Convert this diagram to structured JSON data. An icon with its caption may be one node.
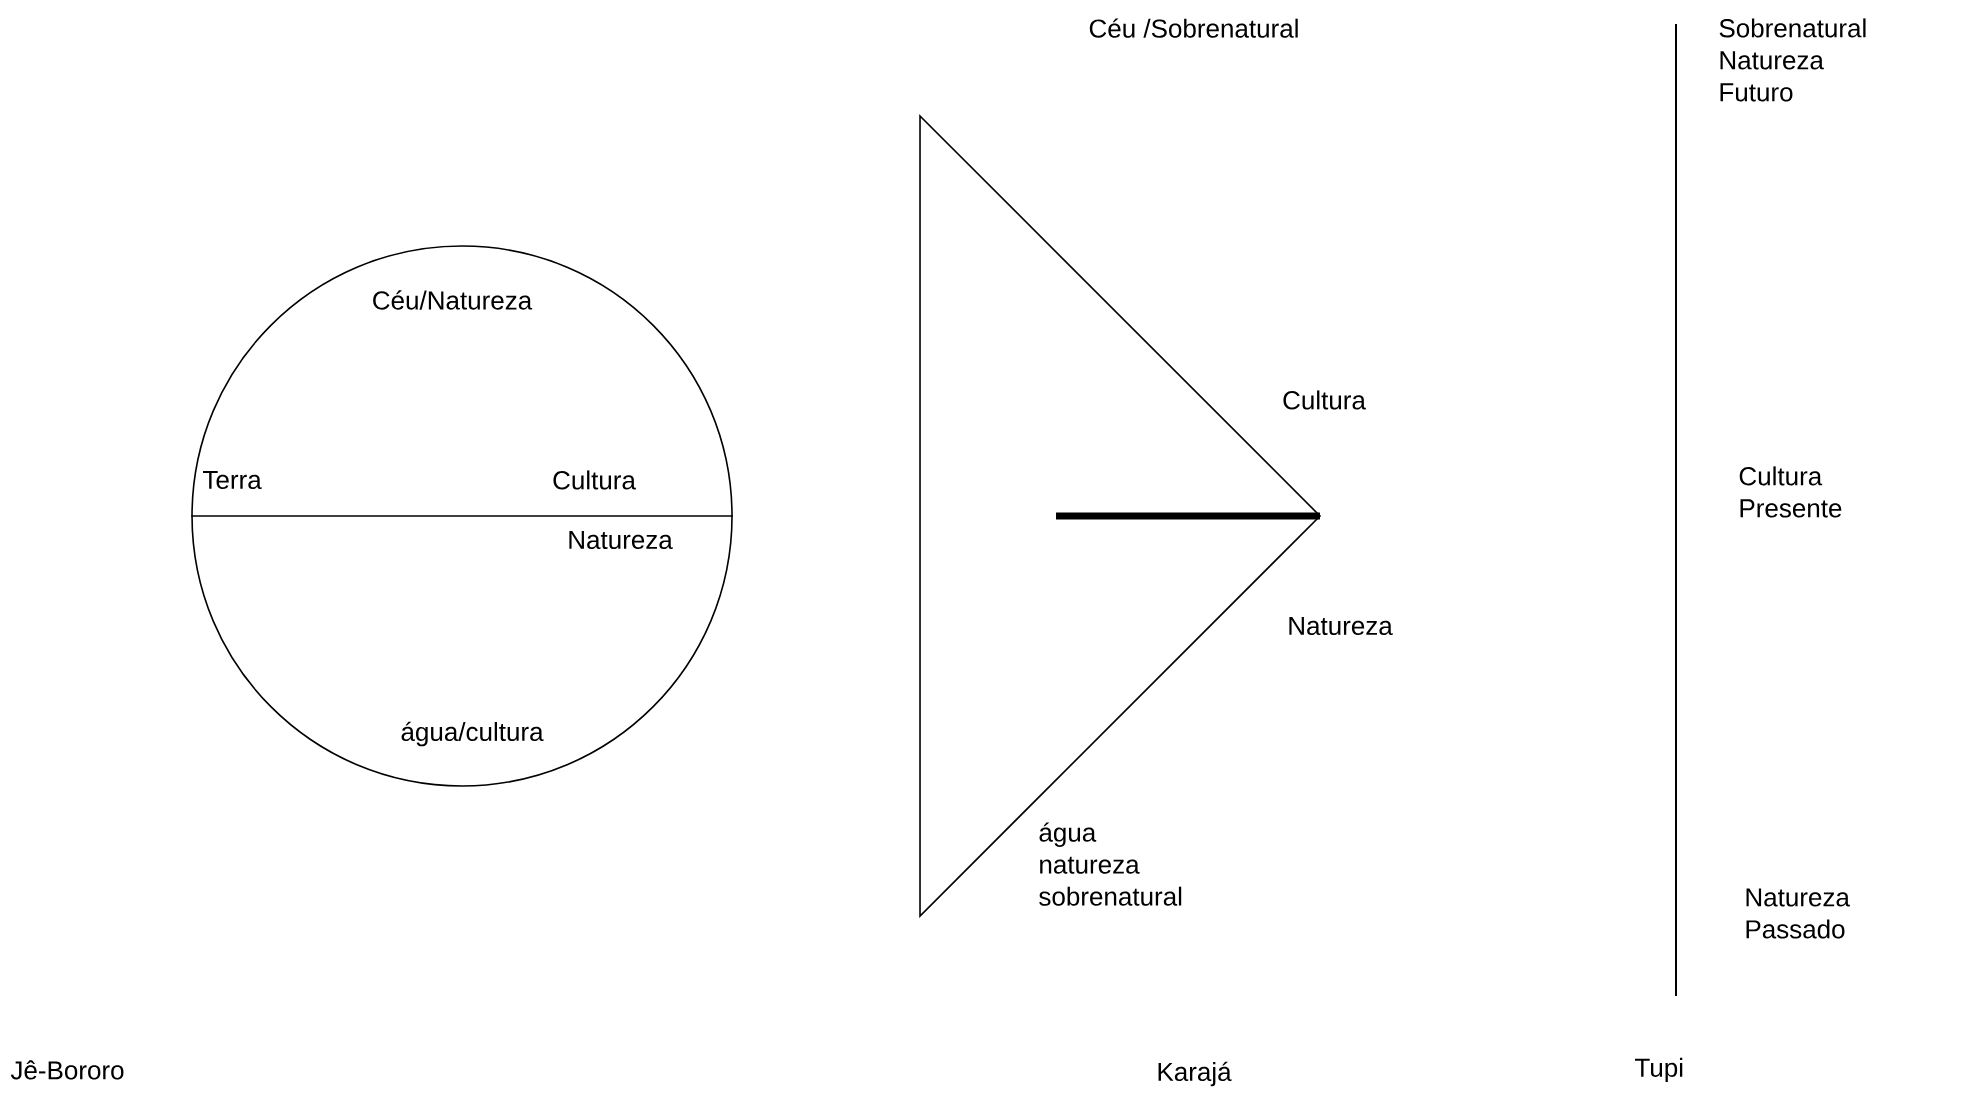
{
  "diagram": {
    "nodes": [
      {
        "text": [
          "Céu/Natureza",
          "Terra",
          "Cultura",
          "Natureza",
          "água/cultura"
        ]
      },
      {
        "text": [],
        "shape": "triangle",
        "beside": [
          "Céu /Sobrenatural",
          "Cultura",
          "Natureza",
          "água natureza sobrenatural"
        ]
      }
    ],
    "labels": [
      "Sobrenatural Natureza Futuro",
      "Cultura Presente",
      "Natureza Passado",
      "Jê-Bororo",
      "Karajá",
      "Tupi"
    ]
  }
}
